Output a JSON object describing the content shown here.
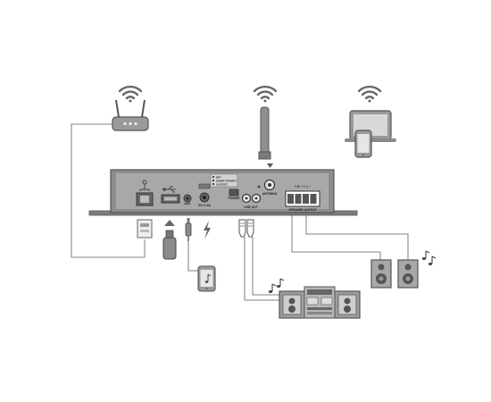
{
  "device": {
    "port_labels": {
      "usb": "",
      "aux": "AUX",
      "dc_in": "9V⎓1.5A",
      "power": "POWER",
      "line_out": "LINE OUT",
      "antenna": "ANTENNA",
      "speaker_output": "SPEAKER OUTPUT",
      "speaker_polarity": "+ R −  + L −"
    },
    "status_legend": [
      "WIFI",
      "S/N/WIFI PRIORITY",
      "CH RESET"
    ]
  },
  "colors": {
    "device_body": "#8c8c8c",
    "device_panel": "#a8a8a8",
    "cable": "#9a9a9a",
    "outline": "#555555"
  },
  "icons": [
    "wifi-icon",
    "router-icon",
    "antenna-icon",
    "tablet-icon",
    "phone-icon",
    "ethernet-icon",
    "usb-drive-icon",
    "audio-jack-icon",
    "power-bolt-icon",
    "rca-plug-icon",
    "stereo-system-icon",
    "speaker-icon",
    "music-note-icon",
    "arrow-up-icon",
    "arrow-down-icon"
  ]
}
